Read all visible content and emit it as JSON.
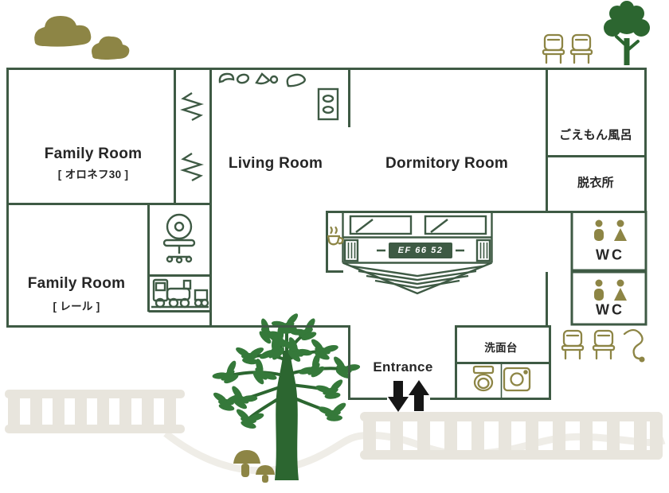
{
  "colors": {
    "wall": "#3e5a44",
    "olive": "#8d8545",
    "tree_dark": "#2c6630",
    "leaf": "#35793a",
    "track": "#e8e5dd",
    "path": "#efede7",
    "arrow": "#161616",
    "text": "#262626",
    "plate_text": "#ffffff"
  },
  "rooms": {
    "family_room_1": {
      "name": "Family Room",
      "sub": "[ オロネフ30 ]"
    },
    "family_room_2": {
      "name": "Family Room",
      "sub": "[ レール ]"
    },
    "living_room": {
      "name": "Living Room"
    },
    "dormitory_room": {
      "name": "Dormitory Room"
    },
    "goemon_bath": {
      "name": "ごえもん風呂"
    },
    "dressing_room": {
      "name": "脱衣所"
    },
    "wc_upper": {
      "name": "WC"
    },
    "wc_lower": {
      "name": "WC"
    },
    "washstand": {
      "name": "洗面台"
    },
    "entrance": {
      "name": "Entrance"
    }
  },
  "train_bed": {
    "plate": "EF 66 52"
  },
  "icon_names": [
    "clouds-icon",
    "chair-icon",
    "tree-icon",
    "window-zigzag-icon",
    "climbing-holds-icon",
    "climbing-shoe-icon",
    "slipper-rack-icon",
    "desk-chair-icon",
    "toy-train-icon",
    "train-front-bed-icon",
    "coffee-cup-icon",
    "restroom-figures-icon",
    "toilet-icon",
    "sink-icon",
    "bench-chair-icon",
    "hose-icon",
    "entrance-in-arrow-icon",
    "entrance-out-arrow-icon",
    "big-tree-icon",
    "mushrooms-icon",
    "railway-track-icon"
  ]
}
